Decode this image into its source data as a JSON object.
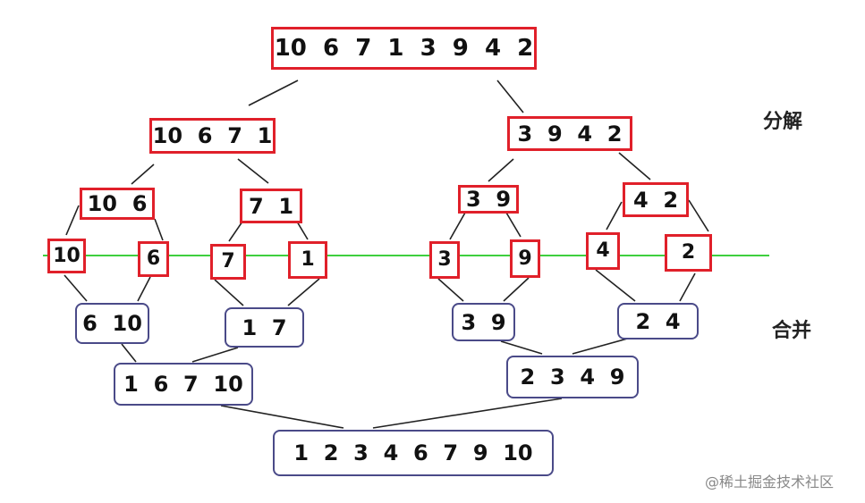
{
  "colors": {
    "split_border": "#e0202a",
    "merge_border": "#4a4a88",
    "divider_line": "#3ecf3e",
    "connector": "#222222"
  },
  "labels": {
    "split": "分解",
    "merge": "合并",
    "watermark": "@稀土掘金技术社区"
  },
  "split_nodes": [
    {
      "id": "s-root",
      "text": "10  6  7  1  3  9  4  2"
    },
    {
      "id": "s-left",
      "text": "10  6  7  1"
    },
    {
      "id": "s-right",
      "text": "3  9  4  2"
    },
    {
      "id": "s-10-6",
      "text": "10  6"
    },
    {
      "id": "s-7-1",
      "text": "7  1"
    },
    {
      "id": "s-3-9",
      "text": "3  9"
    },
    {
      "id": "s-4-2",
      "text": "4  2"
    },
    {
      "id": "s-10",
      "text": "10"
    },
    {
      "id": "s-6",
      "text": "6"
    },
    {
      "id": "s-7",
      "text": "7"
    },
    {
      "id": "s-1",
      "text": "1"
    },
    {
      "id": "s-3",
      "text": "3"
    },
    {
      "id": "s-9",
      "text": "9"
    },
    {
      "id": "s-4",
      "text": "4"
    },
    {
      "id": "s-2",
      "text": "2"
    }
  ],
  "merge_nodes": [
    {
      "id": "m-6-10",
      "text": "6  10"
    },
    {
      "id": "m-1-7",
      "text": "1  7"
    },
    {
      "id": "m-3-9",
      "text": "3  9"
    },
    {
      "id": "m-2-4",
      "text": "2  4"
    },
    {
      "id": "m-left",
      "text": "1  6  7  10"
    },
    {
      "id": "m-right",
      "text": "2  3  4  9"
    },
    {
      "id": "m-root",
      "text": "1  2  3  4  6  7  9  10"
    }
  ]
}
